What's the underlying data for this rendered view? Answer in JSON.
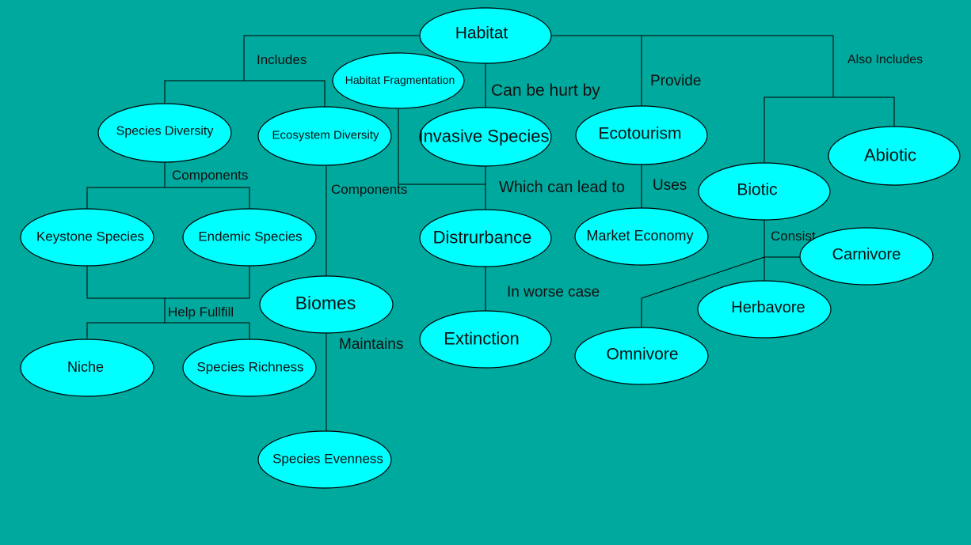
{
  "nodes": {
    "habitat": "Habitat",
    "habitat_fragmentation": "Habitat Fragmentation",
    "species_diversity": "Species Diversity",
    "ecosystem_diversity": "Ecosystem Diversity",
    "invasive_species": "Invasive Species",
    "ecotourism": "Ecotourism",
    "abiotic": "Abiotic",
    "biotic": "Biotic",
    "keystone_species": "Keystone Species",
    "endemic_species": "Endemic Species",
    "distrurbance": "Distrurbance",
    "market_economy": "Market Economy",
    "carnivore": "Carnivore",
    "biomes": "Biomes",
    "herbavore": "Herbavore",
    "niche": "Niche",
    "species_richness": "Species Richness",
    "extinction": "Extinction",
    "omnivore": "Omnivore",
    "species_evenness": "Species Evenness"
  },
  "edge_labels": {
    "includes": "Includes",
    "can_be_hurt_by": "Can be hurt by",
    "provide": "Provide",
    "also_includes": "Also Includes",
    "components_species": "Components",
    "components_ecosystem": "Components",
    "which_can_lead_to": "Which can lead to",
    "uses": "Uses",
    "consist": "Consist",
    "help_fullfill": "Help Fullfill",
    "in_worse_case": "In worse case",
    "maintains": "Maintains"
  }
}
